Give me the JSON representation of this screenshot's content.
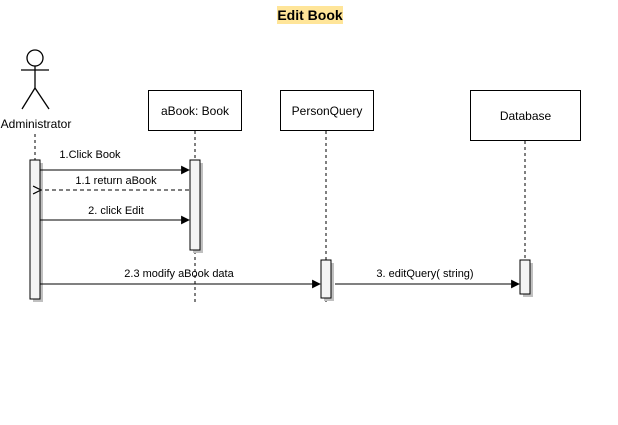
{
  "diagram": {
    "title": "Edit Book",
    "actor": {
      "name": "Administrator"
    },
    "participants": [
      {
        "id": "abook",
        "name": "aBook: Book"
      },
      {
        "id": "personquery",
        "name": "PersonQuery"
      },
      {
        "id": "database",
        "name": "Database"
      }
    ],
    "messages": [
      {
        "label": "1.Click Book",
        "from": "Administrator",
        "to": "aBook: Book",
        "style": "solid"
      },
      {
        "label": "1.1 return aBook",
        "from": "aBook: Book",
        "to": "Administrator",
        "style": "dashed"
      },
      {
        "label": "2. click Edit",
        "from": "Administrator",
        "to": "aBook: Book",
        "style": "solid"
      },
      {
        "label": "2.3 modify aBook data",
        "from": "Administrator",
        "to": "PersonQuery",
        "style": "solid"
      },
      {
        "label": "3. editQuery( string)",
        "from": "PersonQuery",
        "to": "Database",
        "style": "solid"
      }
    ]
  }
}
